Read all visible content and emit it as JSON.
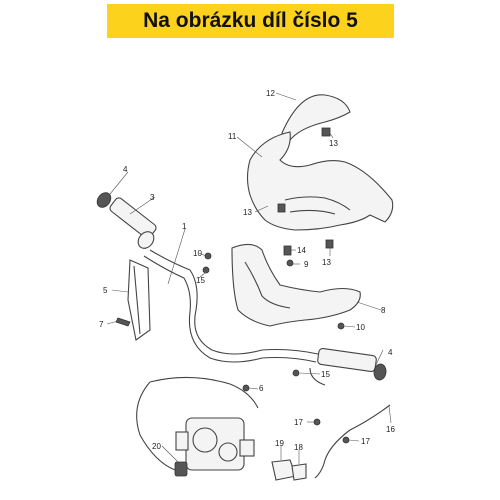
{
  "banner": {
    "text": "Na obrázku díl číslo 5",
    "color": "#fcd21c"
  },
  "callouts": [
    {
      "id": "c12",
      "text": "12"
    },
    {
      "id": "c13a",
      "text": "13"
    },
    {
      "id": "c11",
      "text": "11"
    },
    {
      "id": "c4a",
      "text": "4"
    },
    {
      "id": "c3",
      "text": "3"
    },
    {
      "id": "c13b",
      "text": "13"
    },
    {
      "id": "c14",
      "text": "14"
    },
    {
      "id": "c1",
      "text": "1"
    },
    {
      "id": "c10a",
      "text": "10"
    },
    {
      "id": "c9",
      "text": "9"
    },
    {
      "id": "c13c",
      "text": "13"
    },
    {
      "id": "c15a",
      "text": "15"
    },
    {
      "id": "c5",
      "text": "5"
    },
    {
      "id": "c8",
      "text": "8"
    },
    {
      "id": "c7",
      "text": "7"
    },
    {
      "id": "c10b",
      "text": "10"
    },
    {
      "id": "c4b",
      "text": "4"
    },
    {
      "id": "c15b",
      "text": "15"
    },
    {
      "id": "c6",
      "text": "6"
    },
    {
      "id": "c17a",
      "text": "17"
    },
    {
      "id": "c16",
      "text": "16"
    },
    {
      "id": "c17b",
      "text": "17"
    },
    {
      "id": "c20",
      "text": "20"
    },
    {
      "id": "c19",
      "text": "19"
    },
    {
      "id": "c18",
      "text": "18"
    }
  ]
}
